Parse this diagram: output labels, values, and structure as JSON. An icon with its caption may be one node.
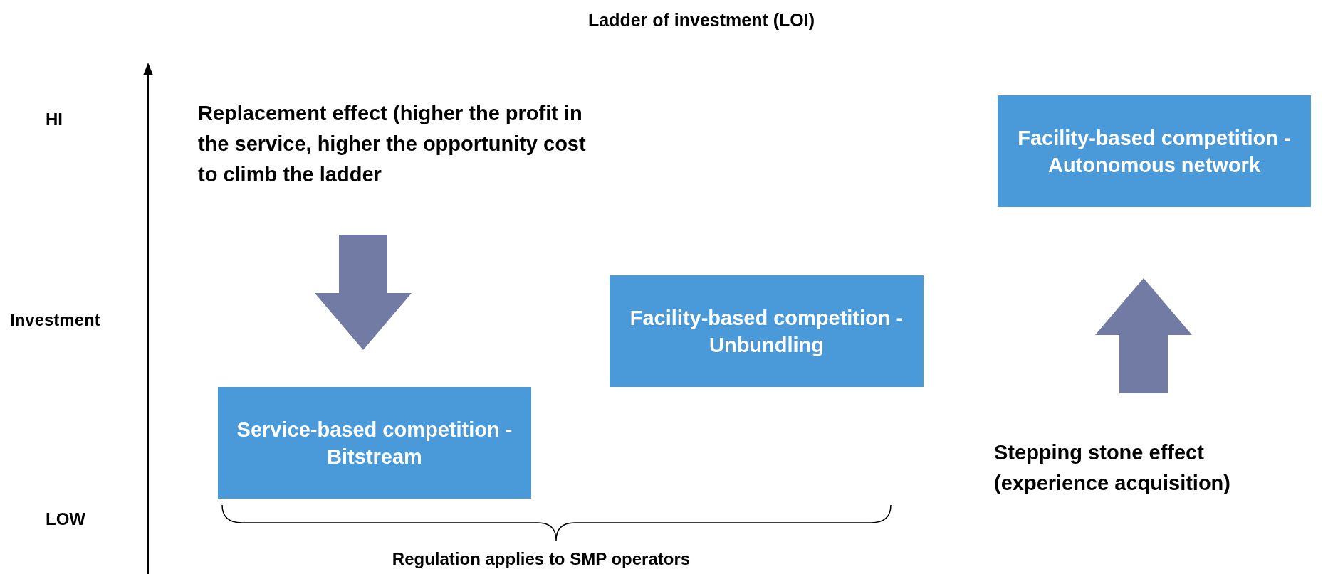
{
  "diagram": {
    "title": "Ladder of investment (LOI)",
    "nodes": [
      {
        "text": [
          "Replacement effect (higher the profit in the service, higher the opportunity cost to climb the ladder"
        ]
      },
      {
        "text": [
          "Service-based competition - Bitstream"
        ]
      },
      {
        "text": [
          "Facility-based competition - Unbundling"
        ]
      },
      {
        "text": [
          "Facility-based competition - Autonomous network"
        ]
      },
      {
        "text": [
          "Stepping stone effect (experience acquisition)"
        ]
      }
    ],
    "edges": [
      {
        "from": 0,
        "to": 1,
        "arrow": "to",
        "style": "thick"
      },
      {
        "from": 4,
        "to": 3,
        "arrow": "to",
        "style": "thick"
      }
    ],
    "labels": [
      "HI",
      "Investment",
      "LOW",
      "Regulation applies to SMP operators"
    ]
  }
}
